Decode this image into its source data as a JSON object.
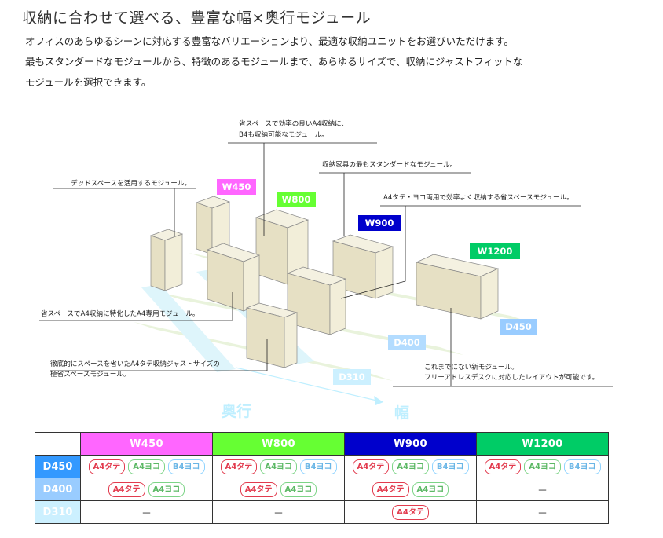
{
  "header": {
    "title": "収納に合わせて選べる、豊富な幅×奥行モジュール"
  },
  "intro": {
    "line1": "オフィスのあらゆるシーンに対応する豊富なバリエーションより、最適な収納ユニットをお選びいただけます。",
    "line2": "最もスタンダードなモジュールから、特徴のあるモジュールまで、あらゆるサイズで、収納にジャストフィットな",
    "line3": "モジュールを選択できます。"
  },
  "diagram": {
    "notes": {
      "top_center_1": "省スペースで効率の良いA4収納に、",
      "top_center_2": "B4も収納可能なモジュール。",
      "upper_right": "収納家具の最もスタンダードなモジュール。",
      "right": "A4タテ・ヨコ両用で効率よく収納する省スペースモジュール。",
      "left_top": "デッドスペースを活用するモジュール。",
      "left_middle": "省スペースでA4収納に特化したA4専用モジュール。",
      "left_bottom_1": "徹底的にスペースを省いたA4タテ収納ジャストサイズの",
      "left_bottom_2": "極省スペースモジュール。",
      "bottom_right_1": "これまでにない新モジュール。",
      "bottom_right_2": "フリーアドレスデスクに対応したレイアウトが可能です。"
    },
    "width_labels": {
      "w450": "W450",
      "w800": "W800",
      "w900": "W900",
      "w1200": "W1200"
    },
    "depth_labels": {
      "d450": "D450",
      "d400": "D400",
      "d310": "D310"
    },
    "axis": {
      "depth": "奥行",
      "width": "幅"
    }
  },
  "table": {
    "columns": [
      {
        "label": "W450",
        "color": "#ff66ff"
      },
      {
        "label": "W800",
        "color": "#66ff33"
      },
      {
        "label": "W900",
        "color": "#0000cc"
      },
      {
        "label": "W1200",
        "color": "#00cc66"
      }
    ],
    "rows": [
      {
        "label": "D450",
        "cells": [
          {
            "chips": [
              {
                "text": "A4タテ",
                "kind": "tate"
              },
              {
                "text": "A4ヨコ",
                "kind": "yoko"
              },
              {
                "text": "B4ヨコ",
                "kind": "b4"
              }
            ]
          },
          {
            "chips": [
              {
                "text": "A4タテ",
                "kind": "tate"
              },
              {
                "text": "A4ヨコ",
                "kind": "yoko"
              },
              {
                "text": "B4ヨコ",
                "kind": "b4"
              }
            ]
          },
          {
            "chips": [
              {
                "text": "A4タテ",
                "kind": "tate"
              },
              {
                "text": "A4ヨコ",
                "kind": "yoko"
              },
              {
                "text": "B4ヨコ",
                "kind": "b4"
              }
            ]
          },
          {
            "chips": [
              {
                "text": "A4タテ",
                "kind": "tate"
              },
              {
                "text": "A4ヨコ",
                "kind": "yoko"
              },
              {
                "text": "B4ヨコ",
                "kind": "b4"
              }
            ]
          }
        ]
      },
      {
        "label": "D400",
        "cells": [
          {
            "chips": [
              {
                "text": "A4タテ",
                "kind": "tate"
              },
              {
                "text": "A4ヨコ",
                "kind": "yoko"
              }
            ]
          },
          {
            "chips": [
              {
                "text": "A4タテ",
                "kind": "tate"
              },
              {
                "text": "A4ヨコ",
                "kind": "yoko"
              }
            ]
          },
          {
            "chips": [
              {
                "text": "A4タテ",
                "kind": "tate"
              },
              {
                "text": "A4ヨコ",
                "kind": "yoko"
              }
            ]
          },
          {
            "empty": "－"
          }
        ]
      },
      {
        "label": "D310",
        "cells": [
          {
            "empty": "－"
          },
          {
            "empty": "－"
          },
          {
            "chips": [
              {
                "text": "A4タテ",
                "kind": "tate"
              }
            ]
          },
          {
            "empty": "－"
          }
        ]
      }
    ],
    "row_header_colors": {
      "D450": "#3399ff",
      "D400": "#99ccff",
      "D310": "#ccf0ff"
    }
  }
}
